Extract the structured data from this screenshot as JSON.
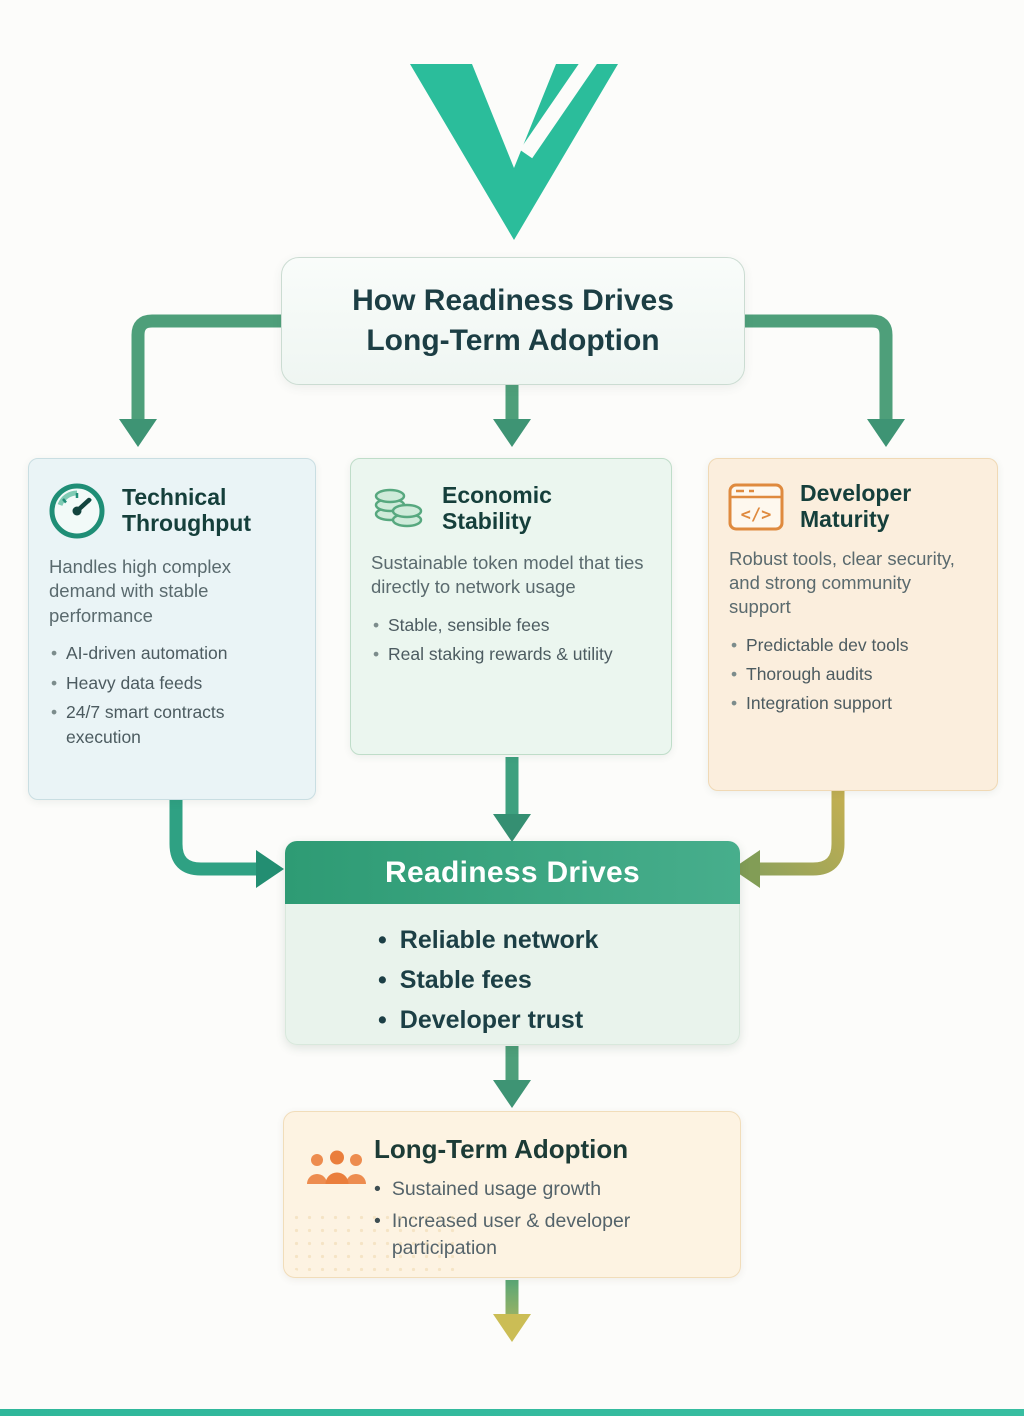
{
  "title": {
    "line1": "How Readiness Drives",
    "line2": "Long-Term Adoption"
  },
  "cards": [
    {
      "heading": "Technical Throughput",
      "icon": "gauge-icon",
      "description": "Handles high complex demand with stable performance",
      "bullets": [
        "AI-driven automation",
        "Heavy data feeds",
        "24/7 smart contracts execution"
      ]
    },
    {
      "heading": "Economic Stability",
      "icon": "coins-icon",
      "description": "Sustainable token model that ties directly to network usage",
      "bullets": [
        "Stable, sensible fees",
        "Real staking rewards & utility"
      ]
    },
    {
      "heading": "Developer Maturity",
      "icon": "code-window-icon",
      "description": "Robust tools, clear security, and strong community support",
      "bullets": [
        "Predictable dev tools",
        "Thorough audits",
        "Integration support"
      ]
    }
  ],
  "readiness": {
    "heading": "Readiness Drives",
    "bullets": [
      "Reliable network",
      "Stable fees",
      "Developer trust"
    ]
  },
  "adoption": {
    "heading": "Long-Term Adoption",
    "icon": "people-icon",
    "bullets": [
      "Sustained usage growth",
      "Increased user & developer participation"
    ]
  },
  "colors": {
    "accent_teal": "#2BBD9B",
    "arrow_green": "#4E9F7A",
    "arrow_teal": "#2FA183",
    "arrow_olive": "#B1A356",
    "readiness_header_start": "#2E9B74",
    "readiness_header_end": "#47AE8C",
    "card1_bg": "#EAF4F6",
    "card2_bg": "#EBF6EF",
    "card3_bg": "#FBEEDD",
    "adoption_bg": "#FDF3E2"
  }
}
